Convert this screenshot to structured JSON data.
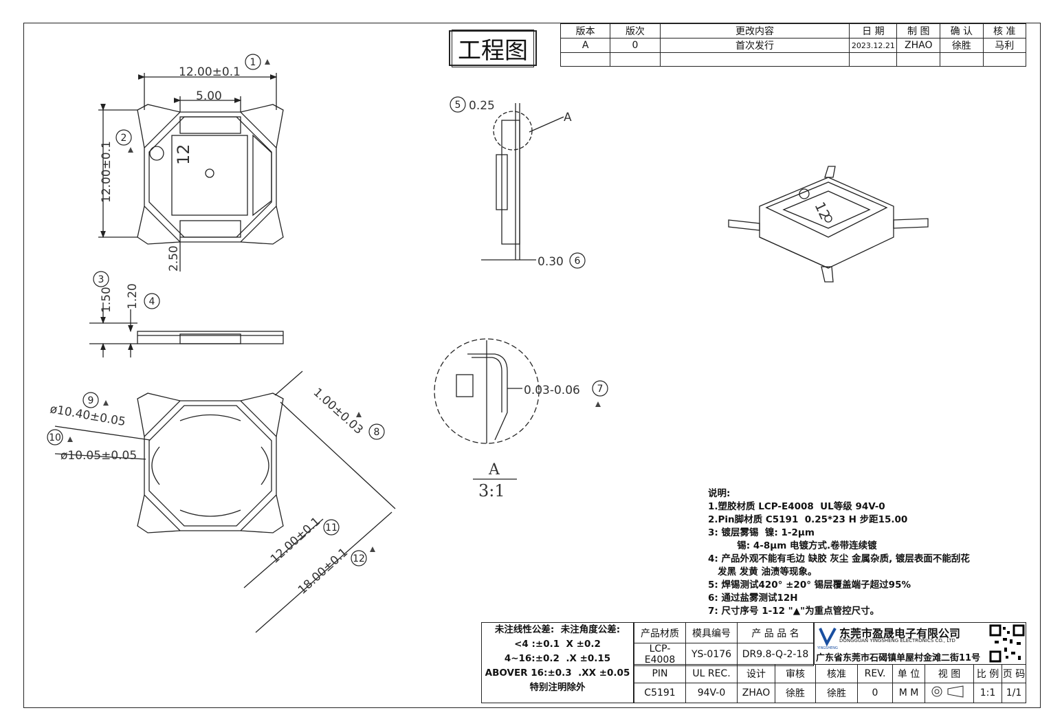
{
  "title_stamp": "工程图",
  "revision_table": {
    "headers": [
      "版本",
      "版次",
      "更改内容",
      "日 期",
      "制 图",
      "确 认",
      "核 准"
    ],
    "rows": [
      [
        "A",
        "0",
        "首次发行",
        "2023.12.21",
        "ZHAO",
        "徐胜",
        "马利"
      ]
    ]
  },
  "dimensions": {
    "top_width": "12.00±0.1",
    "inner_width": "5.00",
    "height": "12.00±0.1",
    "pin_offset": "2.50",
    "total_h": "1.50",
    "body_h": "1.20",
    "pin_thk": "0.25",
    "pin_thk2": "0.30",
    "plating": "0.03-0.06",
    "dia_outer": "ø10.40±0.05",
    "dia_inner": "ø10.05±0.05",
    "pin_w": "1.00±0.03",
    "body_diag": "12.00±0.1",
    "overall_diag": "18.00±0.1",
    "part_mark": "12",
    "detail_label": "A",
    "detail_scale": "3:1"
  },
  "notes": {
    "title": "说明:",
    "lines": [
      "1.塑胶材质 LCP-E4008  UL等级 94V-0",
      "2.Pin脚材质 C5191  0.25*23 H 步距15.00",
      "3: 镀层雾锡  镍: 1-2μm",
      "         锡: 4-8μm 电镀方式.卷带连续镀",
      "4: 产品外观不能有毛边 缺胶 灰尘 金属杂质, 镀层表面不能刮花",
      "   发黑 发黄 油渍等现象。",
      "5: 焊锡测试420° ±20° 锡层覆盖端子超过95%",
      "6: 通过盐雾测试12H",
      "7: 尺寸序号 1-12 \"▲\"为重点管控尺寸。"
    ]
  },
  "tolerance": {
    "line1": "未注线性公差:  未注角度公差:",
    "line2": "<4 :±0.1  X ±0.2",
    "line3": "4~16:±0.2  .X ±0.15",
    "line4": "ABOVER 16:±0.3  .XX ±0.05",
    "line5": "特别注明除外"
  },
  "title_block": {
    "row1": [
      "产品材质",
      "模具编号",
      "产 品 品 名"
    ],
    "row2": [
      "LCP-E4008",
      "YS-0176",
      "DR9.8-Q-2-18"
    ],
    "row3": [
      "PIN",
      "UL REC.",
      "设计",
      "审核",
      "核准",
      "REV.",
      "单 位",
      "视 图",
      "比 例",
      "页 码"
    ],
    "row4": [
      "C5191",
      "94V-0",
      "ZHAO",
      "徐胜",
      "徐胜",
      "0",
      "M M",
      "",
      "1:1",
      "1/1"
    ]
  },
  "company": {
    "name_cn": "东莞市盈晟电子有限公司",
    "name_en": "DONGGUAN YINGSHENG ELECTRONICS CO., LTD",
    "address": "广东省东莞市石碣镇单屋村金滩二街11号",
    "logo_text": "YINGSHENG"
  }
}
